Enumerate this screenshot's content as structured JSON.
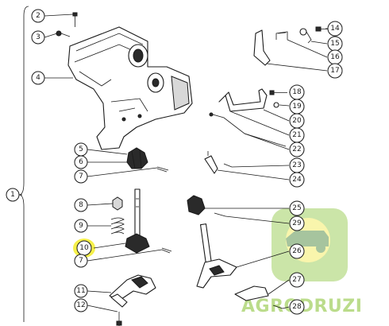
{
  "callouts": {
    "c1": "1",
    "c2": "2",
    "c3": "3",
    "c4": "4",
    "c5": "5",
    "c6": "6",
    "c7a": "7",
    "c7b": "7",
    "c8": "8",
    "c9": "9",
    "c10": "10",
    "c11": "11",
    "c12": "12",
    "c14": "14",
    "c15": "15",
    "c16": "16",
    "c17": "17",
    "c18": "18",
    "c19": "19",
    "c20": "20",
    "c21": "21",
    "c22": "22",
    "c23": "23",
    "c24": "24",
    "c25": "25",
    "c26": "26",
    "c27": "27",
    "c28": "28",
    "c29": "29"
  },
  "highlight": {
    "callout": "10",
    "color": "#f6f04a"
  },
  "watermark": {
    "text": "AGRODRUZI",
    "color": "#8ec63f"
  }
}
